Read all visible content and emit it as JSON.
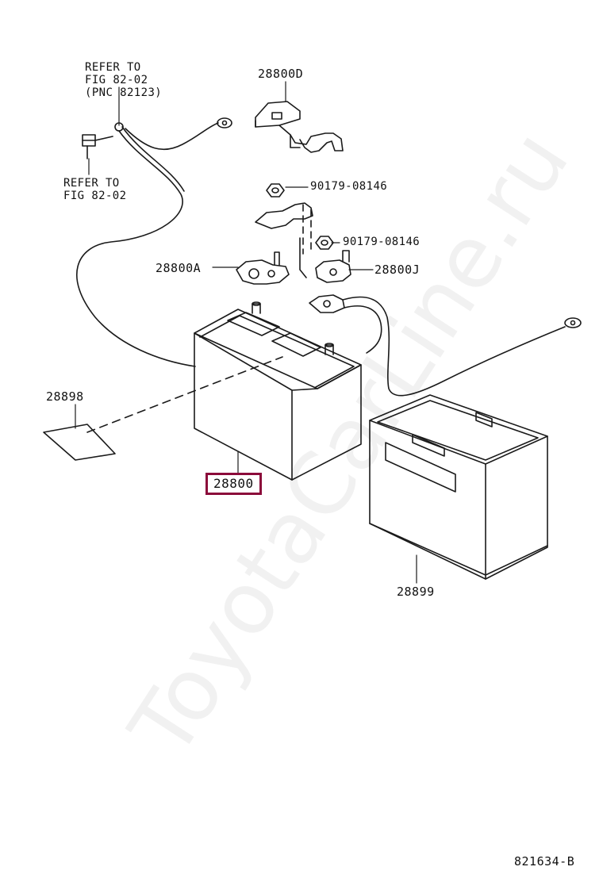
{
  "watermark": "ToyotaCarLine.ru",
  "labels": {
    "refer_top_1": "REFER TO",
    "refer_top_2": "FIG 82-02",
    "refer_top_3": "(PNC 82123)",
    "refer_bolt_1": "REFER TO",
    "refer_bolt_2": "FIG 82-02",
    "part_28800D": "28800D",
    "part_90179_a": "90179-08146",
    "part_90179_b": "90179-08146",
    "part_28800A": "28800A",
    "part_28800J": "28800J",
    "part_28898": "28898",
    "part_28800": "28800",
    "part_28899": "28899",
    "figure_code": "821634-B"
  },
  "colors": {
    "line": "#1a1a1a",
    "highlight": "#8b0a3a"
  }
}
